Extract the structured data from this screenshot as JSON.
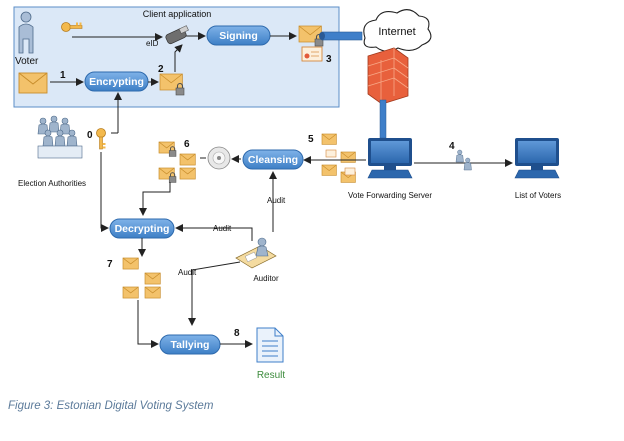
{
  "panel_title": "Client application",
  "actors": {
    "voter": "Voter",
    "election_authorities": "Election Authorities",
    "auditor": "Auditor"
  },
  "processes": {
    "signing": "Signing",
    "encrypting": "Encrypting",
    "cleansing": "Cleansing",
    "decrypting": "Decrypting",
    "tallying": "Tallying"
  },
  "labels": {
    "eid": "eID",
    "internet": "Internet",
    "vote_forwarding_server": "Vote Forwarding Server",
    "list_of_voters": "List of Voters",
    "result": "Result",
    "audit_1": "Audit",
    "audit_2": "Audit",
    "audit_3": "Audit"
  },
  "step_numbers": {
    "s0": "0",
    "s1": "1",
    "s2": "2",
    "s3": "3",
    "s4": "4",
    "s5": "5",
    "s6": "6",
    "s7": "7",
    "s8": "8"
  },
  "caption": "Figure 3: Estonian Digital Voting System",
  "colors": {
    "process_fill": "#4a90d9",
    "panel_fill": "#dbe8f7",
    "panel_border": "#5b8ec7",
    "envelope": "#f3c26b",
    "firewall": "#e8603c",
    "computer": "#3f7fc9",
    "result_text": "#3c8b3c",
    "caption_text": "#5b7a9a"
  },
  "icons": [
    "person-icon",
    "key-icon",
    "envelope-icon",
    "lock-icon",
    "certificate-icon",
    "cloud-icon",
    "firewall-icon",
    "computer-icon",
    "disc-icon",
    "document-icon",
    "group-icon",
    "auditor-desk-icon"
  ]
}
